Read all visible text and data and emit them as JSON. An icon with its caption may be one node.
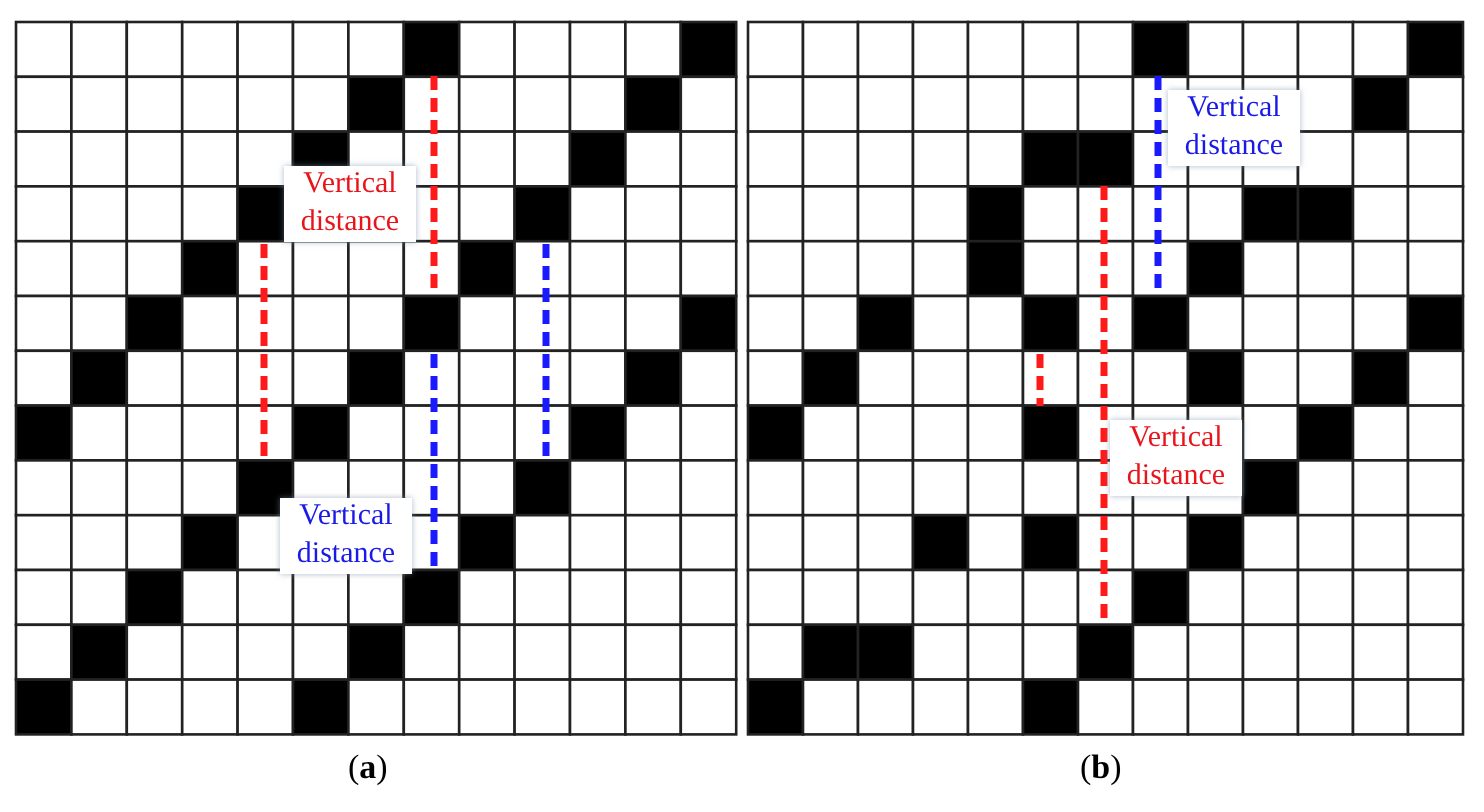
{
  "diagram": {
    "labels": [
      "Vertical distance",
      "Vertical distance",
      "Vertical distance",
      "Vertical distance",
      "(**a**)",
      "(**b**)"
    ]
  }
}
